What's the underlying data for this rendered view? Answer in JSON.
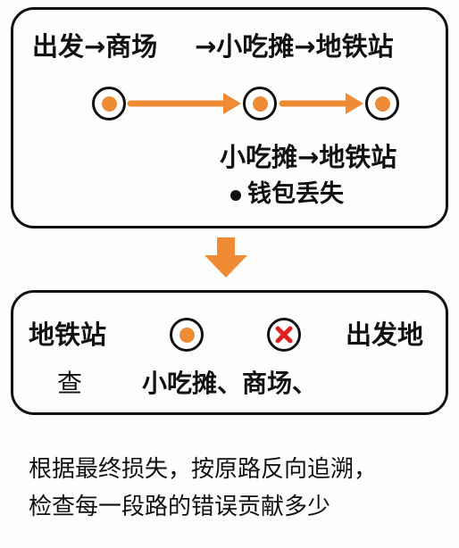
{
  "top_panel": {
    "path_line_1": "出发→商场",
    "path_line_2": "→小吃摊→地铁站",
    "branch_label": "小吃摊→地铁站",
    "loss_label": "钱包丢失"
  },
  "bottom_panel": {
    "destination_label": "地铁站",
    "origin_label": "出发地",
    "check_label": "查",
    "segments_label": "小吃摊、商场、"
  },
  "caption": {
    "line1": "根据最终损失，按原路反向追溯，",
    "line2": "检查每一段路的错误贡献多少"
  },
  "colors": {
    "accent_orange": "#ef8a35",
    "error_red": "#e02020",
    "check_green": "#17913a",
    "outline": "#111111"
  },
  "icons": {
    "error_node": "x-mark-icon",
    "ok_mark": "checkmark-icon",
    "down_arrow": "arrow-down-icon"
  }
}
